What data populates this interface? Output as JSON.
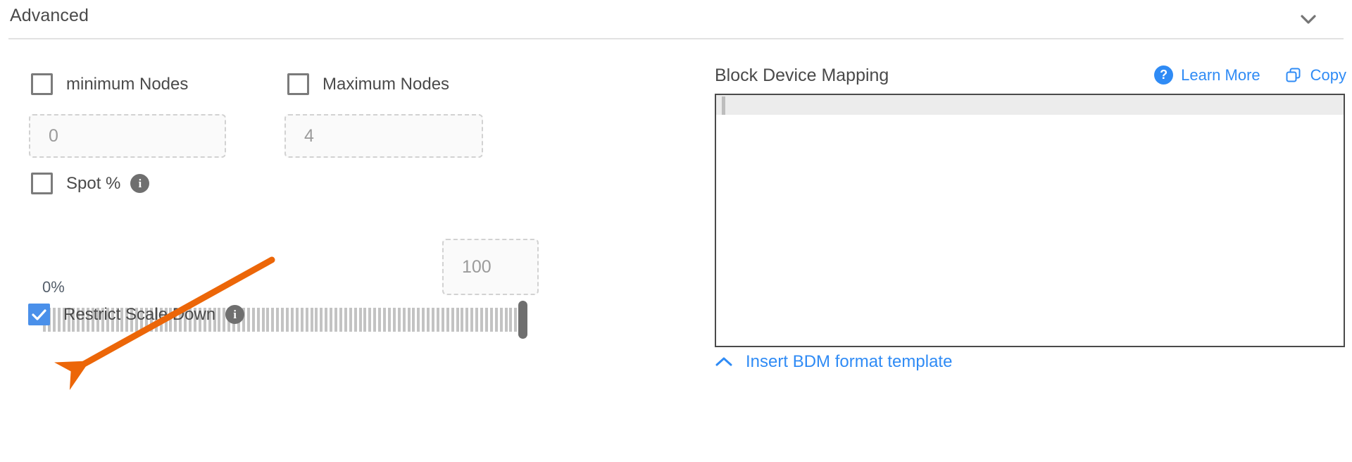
{
  "header": {
    "title": "Advanced",
    "collapse_icon": "chevron-down-icon"
  },
  "left": {
    "min_nodes": {
      "label": "minimum Nodes",
      "checked": false,
      "input_placeholder": "0"
    },
    "max_nodes": {
      "label": "Maximum Nodes",
      "checked": false,
      "input_placeholder": "4"
    },
    "spot_percent": {
      "label": "Spot %",
      "checked": false,
      "info_icon": "info-icon",
      "info_glyph": "i"
    },
    "slider": {
      "min_label": "0%",
      "max_label": "100%",
      "value": 100,
      "value_input_placeholder": "100",
      "tick_count": 100
    },
    "restrict_scale_down": {
      "label": "Restrict Scale Down",
      "checked": true,
      "info_icon": "info-icon",
      "info_glyph": "i"
    }
  },
  "right": {
    "title": "Block Device Mapping",
    "learn_more": {
      "label": "Learn More",
      "icon": "question-mark-circle-icon",
      "glyph": "?"
    },
    "copy": {
      "label": "Copy",
      "icon": "copy-icon"
    },
    "editor": {
      "value": "",
      "active_line": 1
    },
    "insert_template": {
      "label": "Insert BDM format template",
      "icon": "chevron-up-icon"
    }
  },
  "annotation": {
    "type": "arrow",
    "color": "#ec6608",
    "points_to": "restrict-scale-down-checkbox"
  },
  "colors": {
    "accent_blue": "#2f8bf5",
    "checkbox_blue": "#4a90ea",
    "annotation_orange": "#ec6608",
    "text_grey": "#4a4a4a",
    "border_grey": "#7b7b7b"
  }
}
